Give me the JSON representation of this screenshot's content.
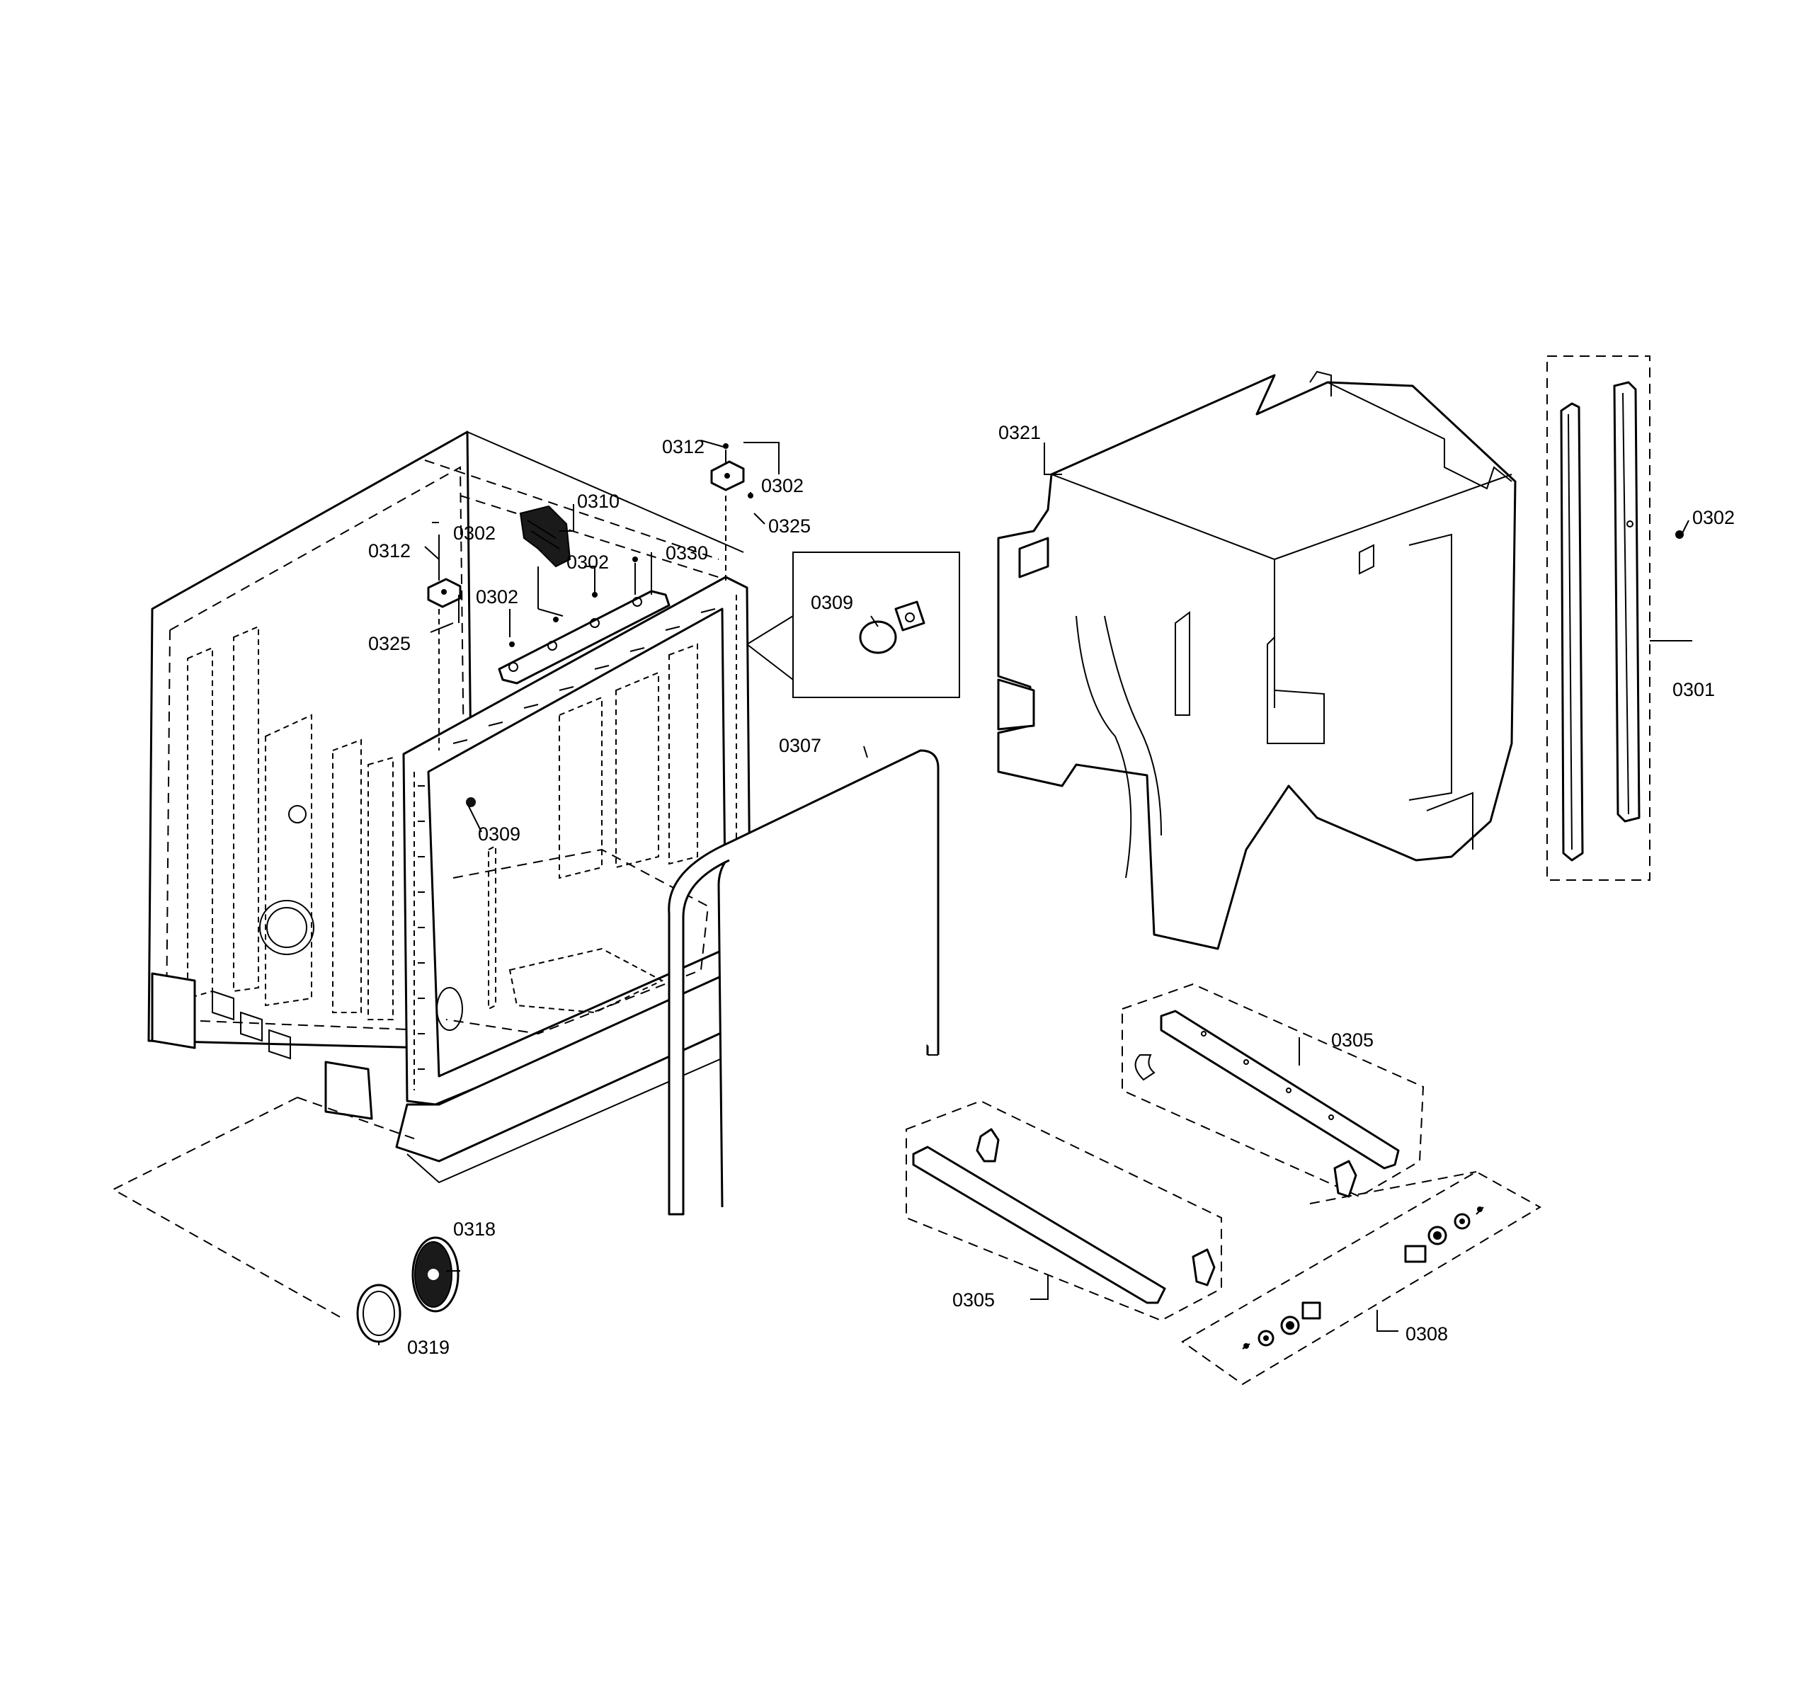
{
  "diagram": {
    "labels": {
      "tub_hinge_left_bracket": "0312",
      "screw_hinge_left": "0302",
      "cover_hinge_left": "0325",
      "hinge_center": "0310",
      "screw_center_a": "0302",
      "screw_center_b": "0302",
      "hinge_plate": "0330",
      "tub_hinge_right_bracket": "0312",
      "screw_hinge_right": "0302",
      "cover_hinge_right": "0325",
      "plug_detail": "0309",
      "plug_tub": "0309",
      "door_seal": "0307",
      "insulation_blanket": "0321",
      "side_trim": "0301",
      "side_trim_screw": "0302",
      "rail_upper": "0305",
      "rail_lower": "0305",
      "roller_kit": "0308",
      "sump_cover": "0318",
      "sump_gasket": "0319"
    }
  }
}
